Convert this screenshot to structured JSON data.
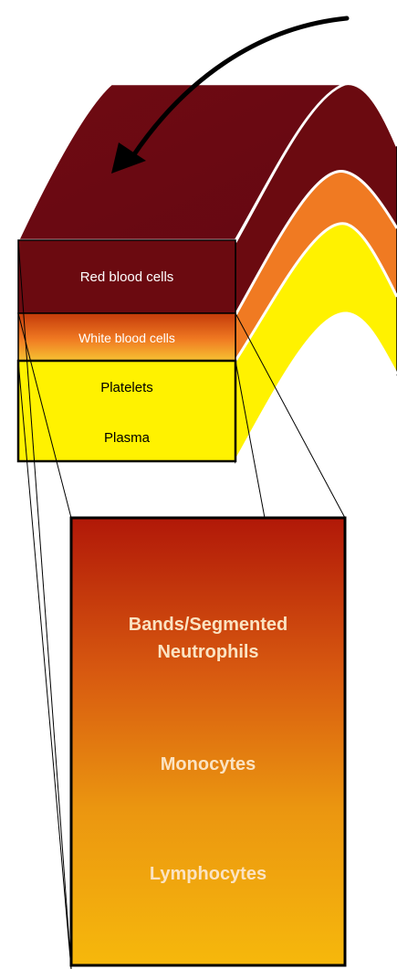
{
  "diagram": {
    "layers": {
      "red_blood_cells": "Red blood cells",
      "white_blood_cells": "White blood cells",
      "platelets": "Platelets",
      "plasma": "Plasma"
    },
    "white_cell_breakdown": {
      "line1": "Bands/Segmented",
      "line2": "Neutrophils",
      "monocytes": "Monocytes",
      "lymphocytes": "Lymphocytes"
    }
  },
  "colors": {
    "red_layer": "#6b0a10",
    "buffy_orange": "#f07a22",
    "buffy_yellow": "#f6c232",
    "plasma_yellow": "#fff200",
    "zoom_top": "#b11808",
    "zoom_bottom": "#f6b80c",
    "outline": "#000000"
  }
}
